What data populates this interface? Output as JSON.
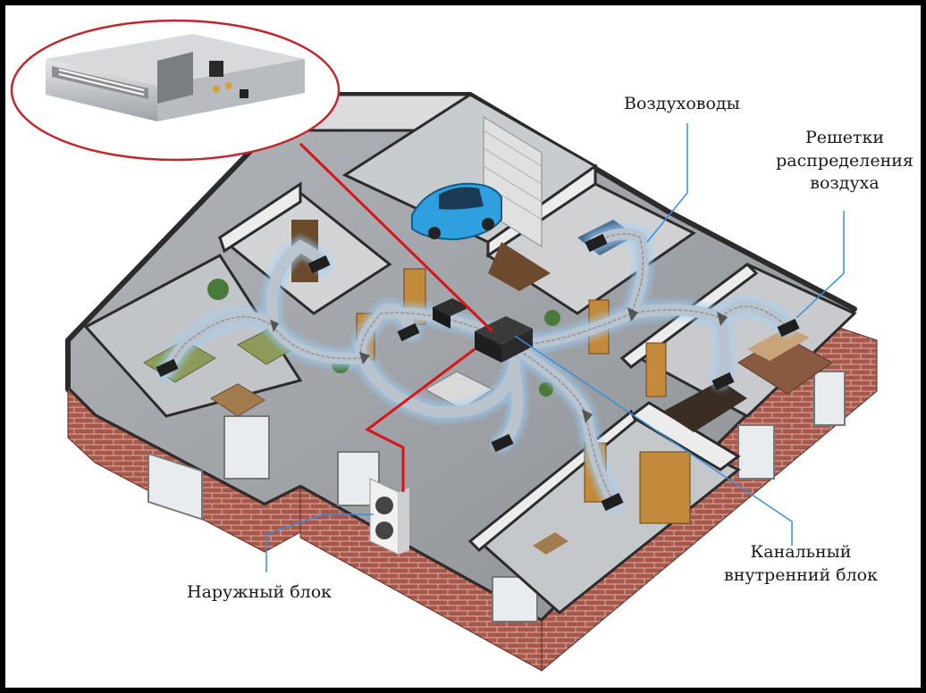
{
  "labels": {
    "ducts": "Воздуховоды",
    "grilles": [
      "Решетки",
      "распределения",
      "воздуха"
    ],
    "duct_unit": [
      "Канальный",
      "внутренний блок"
    ],
    "outdoor_unit": "Наружный блок"
  },
  "colors": {
    "frame": "#000000",
    "highlight_ellipse": "#c0272d",
    "refrigerant_line": "#d7141a",
    "callout_line": "#3a8fd6",
    "brick": "#a8574a",
    "floor": "#9a9da1",
    "wall": "#eeeeee",
    "duct": "#b9c4cf",
    "car": "#2f9fe0"
  }
}
